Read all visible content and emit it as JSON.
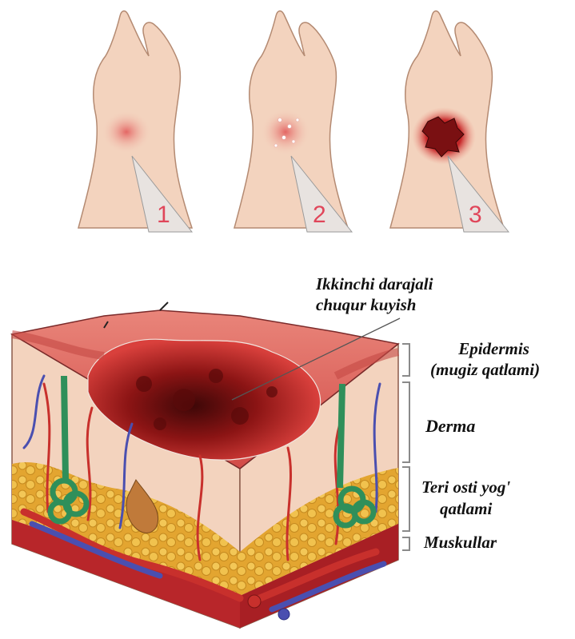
{
  "stages": [
    {
      "label": "1"
    },
    {
      "label": "2"
    },
    {
      "label": "3"
    }
  ],
  "annotation": {
    "line1": "Ikkinchi darajali",
    "line2": "chuqur kuyish"
  },
  "layers": [
    {
      "line1": "Epidermis",
      "line2": "(mugiz qatlami)"
    },
    {
      "line1": "Derma",
      "line2": ""
    },
    {
      "line1": "Teri osti yog'",
      "line2": "qatlami"
    },
    {
      "line1": "Muskullar",
      "line2": ""
    }
  ],
  "colors": {
    "skin": "#f3d3be",
    "burn_light": "#e46a6a",
    "burn_dark": "#8a1a1a",
    "fat": "#e9b33a",
    "muscle": "#b8262a",
    "artery": "#c8302c",
    "vein": "#4a4fb0",
    "gland": "#2f8f5a",
    "number": "#e0465a"
  }
}
